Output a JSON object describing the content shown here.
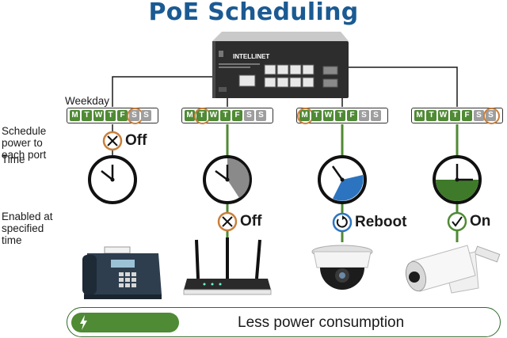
{
  "title": "PoE Scheduling",
  "labels": {
    "weekday": "Weekday",
    "schedule": "Schedule power to each port",
    "time": "Time",
    "enabled": "Enabled at specified time"
  },
  "switch": {
    "brand": "INTELLINET"
  },
  "days": [
    "M",
    "T",
    "W",
    "T",
    "F",
    "S",
    "S"
  ],
  "schedules": [
    {
      "selected_day": 5,
      "status_text": "Off",
      "status_icon": "x-icon",
      "clock_fill": "none"
    },
    {
      "selected_day": 1,
      "status_text": "Off",
      "status_icon": "x-icon",
      "clock_fill": "gray",
      "device": "wireless-router"
    },
    {
      "selected_day": 0,
      "status_text": "Reboot",
      "status_icon": "reboot-icon",
      "clock_fill": "blue",
      "device": "dome-camera"
    },
    {
      "selected_day": 6,
      "status_text": "On",
      "status_icon": "check-icon",
      "clock_fill": "green",
      "device": "bullet-camera"
    }
  ],
  "banner": {
    "text": "Less power consumption",
    "icon": "lightning-icon"
  },
  "colors": {
    "title": "#1b5a93",
    "day_on": "#4f8a34",
    "day_off": "#9e9e9e",
    "highlight": "#c97f3a",
    "line_active": "#4f8a34",
    "line_inactive": "#1a1a1a"
  }
}
